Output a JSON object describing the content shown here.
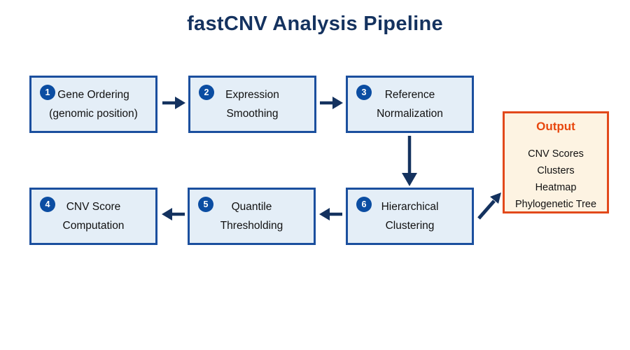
{
  "title": "fastCNV Analysis Pipeline",
  "colors": {
    "title_navy": "#14325f",
    "arrow_navy": "#14325f",
    "step_box_border_blue": "#1b4f9e",
    "step_box_fill_blue": "#e4eef7",
    "step_badge_blue": "#0b4da2",
    "step_text_black": "#111111",
    "output_border_orange": "#e2491b",
    "output_fill_cream": "#fdf3e2",
    "output_title_orange": "#e8470e"
  },
  "steps": [
    {
      "number": "1",
      "label": "Gene Ordering\n(genomic position)"
    },
    {
      "number": "2",
      "label": "Expression\nSmoothing"
    },
    {
      "number": "3",
      "label": "Reference\nNormalization"
    },
    {
      "number": "4",
      "label": "CNV Score\nComputation"
    },
    {
      "number": "5",
      "label": "Quantile\nThresholding"
    },
    {
      "number": "6",
      "label": "Hierarchical\nClustering"
    }
  ],
  "output": {
    "title": "Output",
    "items": [
      "CNV Scores",
      "Clusters",
      "Heatmap",
      "Phylogenetic Tree"
    ]
  }
}
